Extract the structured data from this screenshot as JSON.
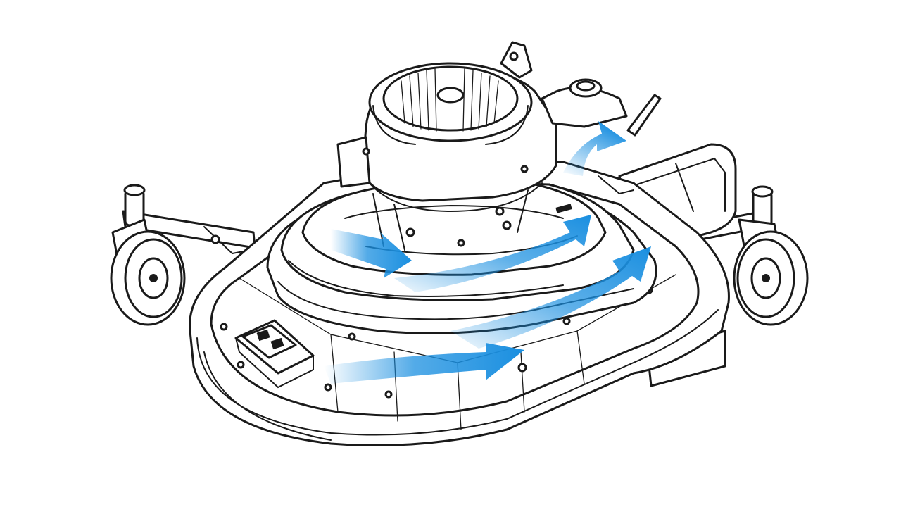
{
  "diagram": {
    "colors": {
      "line_ink": "#1a1a1a",
      "airflow_blue": "#1a8fe0",
      "background": "#ffffff"
    },
    "components": [
      "mower-deck",
      "engine-shroud",
      "cooling-fan-grille",
      "caster-wheel-left",
      "caster-wheel-right",
      "discharge-chute",
      "control-panel",
      "oil-fill-cap",
      "handle-lever"
    ],
    "airflow_arrows": [
      "intake-left",
      "around-engine",
      "front-sweep",
      "lower-sweep",
      "top-exhaust"
    ]
  }
}
